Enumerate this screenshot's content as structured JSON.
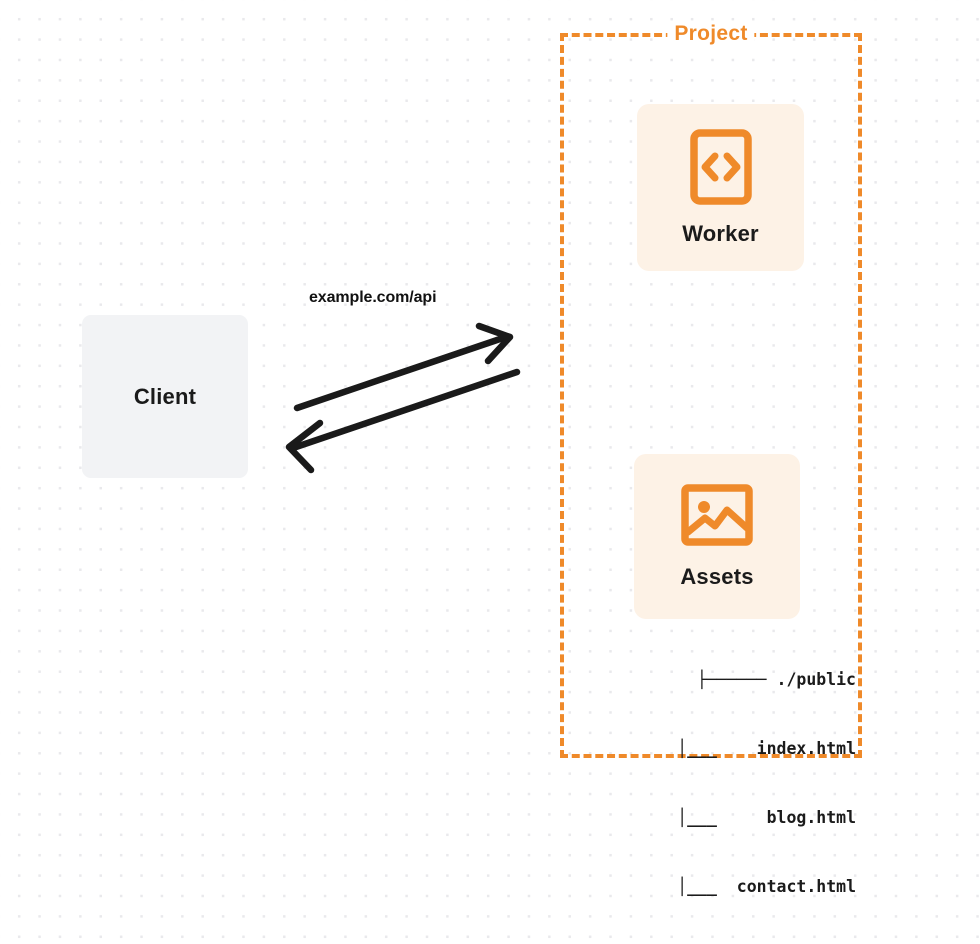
{
  "diagram": {
    "type": "architecture-diagram",
    "background": "#ffffff",
    "grid": "dot-grid",
    "accent_color": "#ef8a2a",
    "card_background": "#fdf2e6",
    "client_background": "#f2f3f5"
  },
  "client": {
    "label": "Client",
    "icon": "client-box"
  },
  "connector": {
    "label": "example.com/api",
    "request_arrow": "arrow-right",
    "response_arrow": "arrow-left",
    "color": "#1a1a1a"
  },
  "project": {
    "title": "Project",
    "border_color": "#ef8a2a",
    "services": [
      {
        "id": "worker",
        "label": "Worker",
        "icon": "code-brackets-icon",
        "icon_color": "#ef8a2a"
      },
      {
        "id": "assets",
        "label": "Assets",
        "icon": "image-icon",
        "icon_color": "#ef8a2a"
      }
    ],
    "file_tree": [
      {
        "branch": "├──────",
        "name": "./public"
      },
      {
        "branch": " │___",
        "name": "index.html"
      },
      {
        "branch": " │___",
        "name": "blog.html"
      },
      {
        "branch": " │___",
        "name": "contact.html"
      }
    ],
    "file_tree_lines": [
      "├────── ./public",
      "│___    index.html",
      "│___     blog.html",
      "│___  contact.html"
    ]
  }
}
